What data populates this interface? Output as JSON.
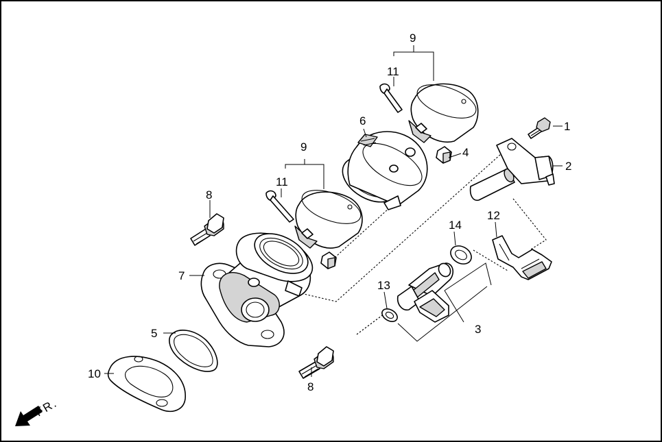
{
  "callouts": {
    "c1": "1",
    "c2": "2",
    "c3": "3",
    "c4": "4",
    "c5": "5",
    "c6": "6",
    "c7": "7",
    "c8a": "8",
    "c8b": "8",
    "c9a": "9",
    "c9b": "9",
    "c10": "10",
    "c11a": "11",
    "c11b": "11",
    "c12": "12",
    "c13": "13",
    "c14": "14"
  },
  "direction": {
    "label": "FR."
  }
}
